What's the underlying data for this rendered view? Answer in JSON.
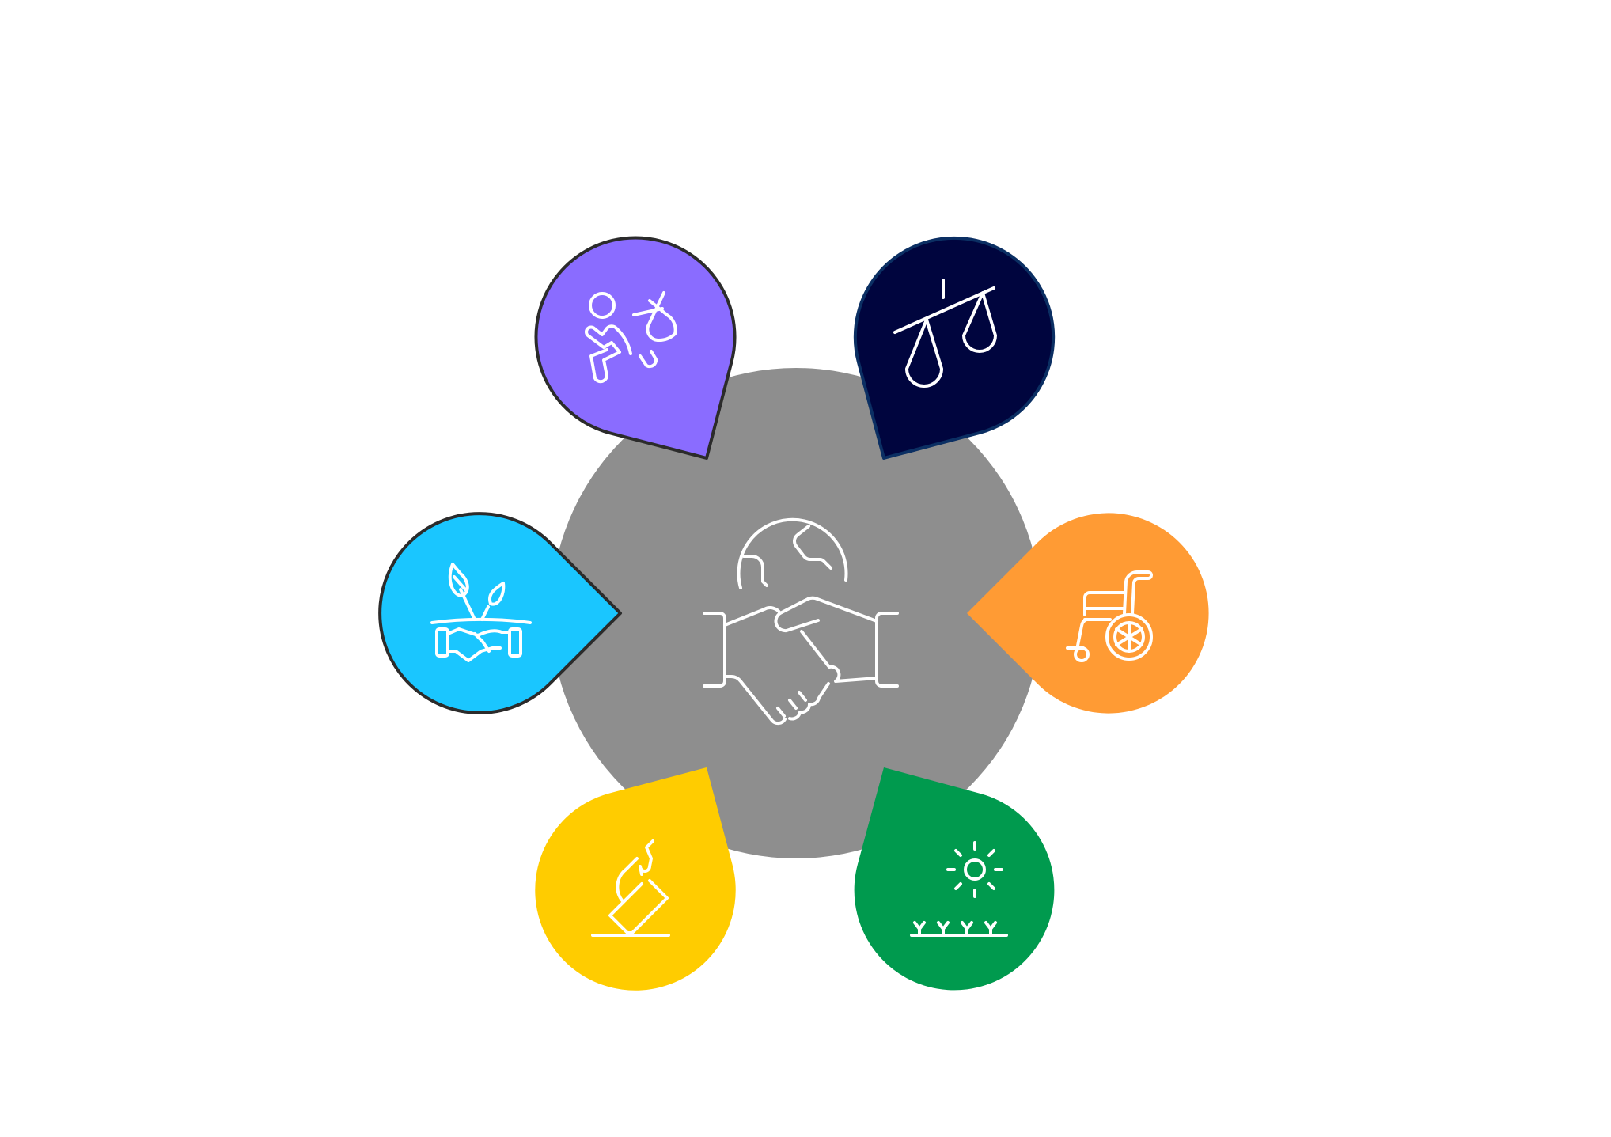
{
  "diagram": {
    "center": {
      "icon": "globe-handshake-icon",
      "color": "#8e8e8e"
    },
    "petals": [
      {
        "id": "purple",
        "icon": "person-bird-icon",
        "color": "#8a6cff",
        "outline": "#2b2b2b"
      },
      {
        "id": "navy",
        "icon": "justice-scales-icon",
        "color": "#00053e",
        "outline": "#0b2f63"
      },
      {
        "id": "cyan",
        "icon": "handshake-sprout-icon",
        "color": "#1ac6ff",
        "outline": "#2b2b2b"
      },
      {
        "id": "orange",
        "icon": "wheelchair-icon",
        "color": "#ff9b34",
        "outline": "none"
      },
      {
        "id": "yellow",
        "icon": "ballot-vote-icon",
        "color": "#ffcc00",
        "outline": "none"
      },
      {
        "id": "green",
        "icon": "sun-grass-icon",
        "color": "#009a4e",
        "outline": "none"
      }
    ]
  }
}
